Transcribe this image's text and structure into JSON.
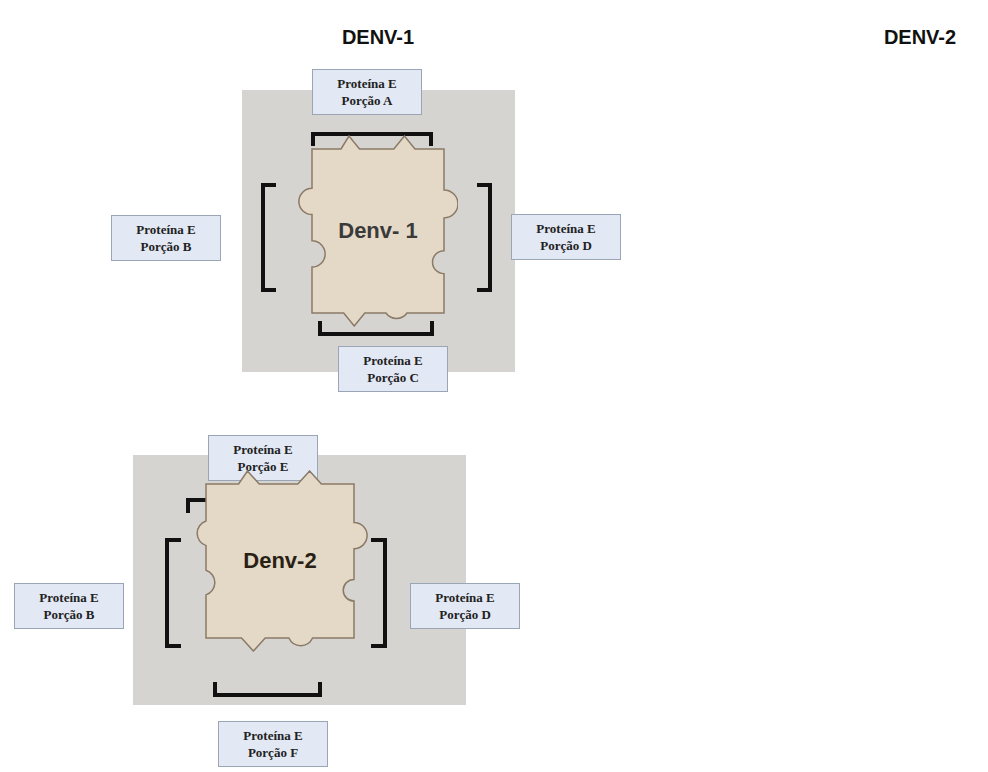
{
  "diagram": {
    "nodes": [
      {
        "text": [
          "Proteína E Porção A"
        ]
      },
      {
        "text": [
          "Proteína E Porção B"
        ]
      },
      {
        "text": [
          "Denv- 1"
        ]
      },
      {
        "text": [
          "Proteína E Porção D"
        ]
      },
      {
        "text": [
          "Proteína E Porção C"
        ]
      },
      {
        "text": [
          "Proteína E Porção E"
        ]
      },
      {
        "text": [
          "Proteína E Porção B"
        ]
      },
      {
        "text": [
          "Denv-2"
        ]
      },
      {
        "text": [
          "Proteína E Porção D"
        ]
      },
      {
        "text": [
          "Proteína E Porção F"
        ]
      }
    ],
    "labels": [
      "DENV-1",
      "DENV-2"
    ]
  }
}
